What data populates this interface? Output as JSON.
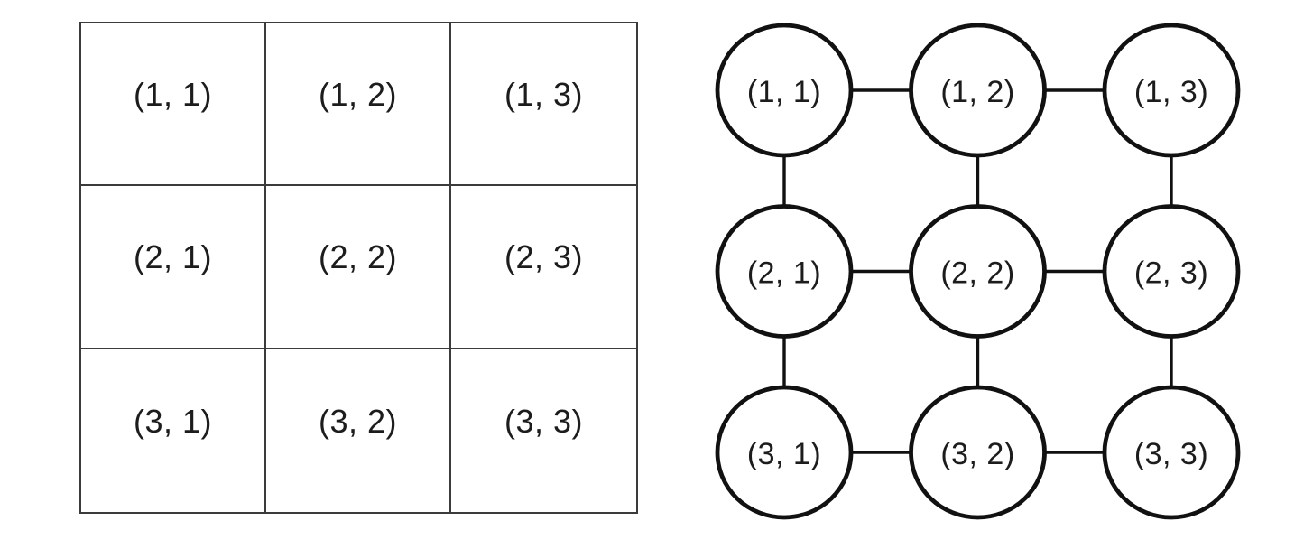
{
  "colors": {
    "background": "#ffffff",
    "text": "#1c1c1c",
    "table_border": "#3b3b3b",
    "graph_stroke": "#111111",
    "node_fill": "#ffffff"
  },
  "table": {
    "rows": [
      [
        "(1, 1)",
        "(1, 2)",
        "(1, 3)"
      ],
      [
        "(2, 1)",
        "(2, 2)",
        "(2, 3)"
      ],
      [
        "(3, 1)",
        "(3, 2)",
        "(3, 3)"
      ]
    ]
  },
  "graph": {
    "nodes": [
      {
        "row": 1,
        "col": 1,
        "label": "(1, 1)"
      },
      {
        "row": 1,
        "col": 2,
        "label": "(1, 2)"
      },
      {
        "row": 1,
        "col": 3,
        "label": "(1, 3)"
      },
      {
        "row": 2,
        "col": 1,
        "label": "(2, 1)"
      },
      {
        "row": 2,
        "col": 2,
        "label": "(2, 2)"
      },
      {
        "row": 2,
        "col": 3,
        "label": "(2, 3)"
      },
      {
        "row": 3,
        "col": 1,
        "label": "(3, 1)"
      },
      {
        "row": 3,
        "col": 2,
        "label": "(3, 2)"
      },
      {
        "row": 3,
        "col": 3,
        "label": "(3, 3)"
      }
    ],
    "edges": [
      [
        [
          1,
          1
        ],
        [
          1,
          2
        ]
      ],
      [
        [
          1,
          2
        ],
        [
          1,
          3
        ]
      ],
      [
        [
          2,
          1
        ],
        [
          2,
          2
        ]
      ],
      [
        [
          2,
          2
        ],
        [
          2,
          3
        ]
      ],
      [
        [
          3,
          1
        ],
        [
          3,
          2
        ]
      ],
      [
        [
          3,
          2
        ],
        [
          3,
          3
        ]
      ],
      [
        [
          1,
          1
        ],
        [
          2,
          1
        ]
      ],
      [
        [
          2,
          1
        ],
        [
          3,
          1
        ]
      ],
      [
        [
          1,
          2
        ],
        [
          2,
          2
        ]
      ],
      [
        [
          2,
          2
        ],
        [
          3,
          2
        ]
      ],
      [
        [
          1,
          3
        ],
        [
          2,
          3
        ]
      ],
      [
        [
          2,
          3
        ],
        [
          3,
          3
        ]
      ]
    ]
  }
}
